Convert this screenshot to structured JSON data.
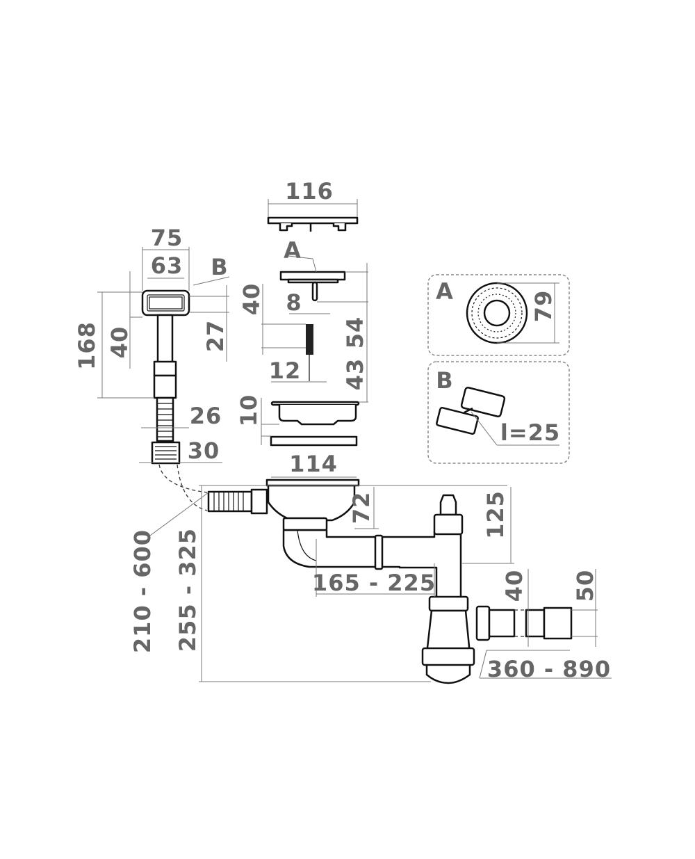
{
  "colors": {
    "label": "#666666",
    "line": "#111111",
    "dimension": "#777777",
    "background": "#ffffff"
  },
  "dimensions": {
    "grid_width": "116",
    "overflow_outer_width": "75",
    "overflow_inner_width": "63",
    "overflow_callout": "B",
    "strainer_callout": "A",
    "stopper_stroke": "40",
    "stem_diameter": "8",
    "overflow_total_height": "168",
    "overflow_head_height": "40",
    "overflow_neck": "27",
    "strainer_height": "54",
    "screw_diameter": "12",
    "screw_to_basket": "43",
    "basket_depth": "10",
    "hose_diameter": "26",
    "nut_diameter": "30",
    "basket_width": "114",
    "outlet_depth": "72",
    "tee_height": "125",
    "pipe_length": "165 - 225",
    "outlet_pipe_diameter": "40",
    "sewer_diameter": "50",
    "outlet_length": "360 - 890",
    "overflow_hose_length": "210 - 600",
    "total_height": "255 - 325"
  },
  "detail_a": {
    "label": "A",
    "diameter": "79"
  },
  "detail_b": {
    "label": "B",
    "screw_length": "l=25"
  }
}
